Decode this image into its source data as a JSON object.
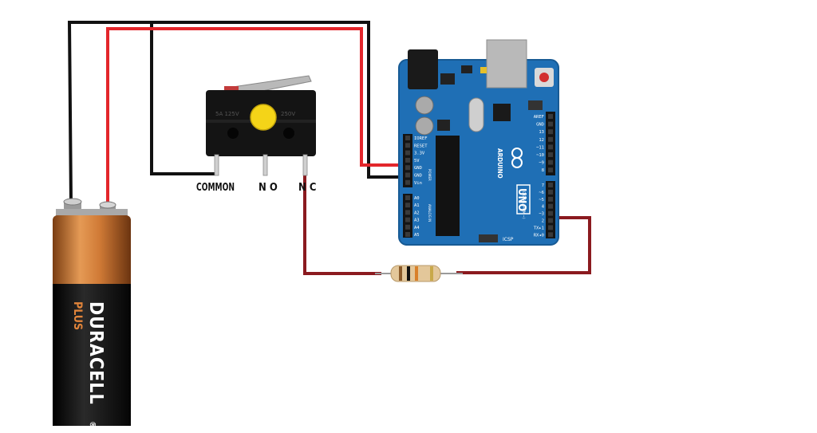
{
  "battery": {
    "brand": "DURACELL",
    "sub_brand": "PLUS",
    "registered": "®"
  },
  "switch": {
    "terminal_common": "COMMON",
    "terminal_no": "N O",
    "terminal_nc": "N C",
    "body_markings": [
      "5A 125V",
      "250V"
    ]
  },
  "arduino": {
    "brand": "ARDUINO",
    "model": "UNO",
    "power_header_title": "POWER",
    "analog_header_title": "ANALOG IN",
    "digital_header_title": "DIGITAL (PWM ~)",
    "power_pins": [
      "IOREF",
      "RESET",
      "3.3V",
      "5V",
      "GND",
      "GND",
      "Vin"
    ],
    "analog_pins": [
      "A0",
      "A1",
      "A2",
      "A3",
      "A4",
      "A5"
    ],
    "digital_pins_top": [
      "AREF",
      "GND",
      "13",
      "12",
      "~11",
      "~10",
      "~9",
      "8"
    ],
    "digital_pins_bottom": [
      "7",
      "~6",
      "~5",
      "4",
      "~3",
      "2",
      "TX▸1",
      "RX◂0"
    ],
    "icsp_label": "ICSP"
  },
  "wire_colors": {
    "black": "#111111",
    "red": "#e3262b",
    "maroon": "#8b1a1f"
  }
}
